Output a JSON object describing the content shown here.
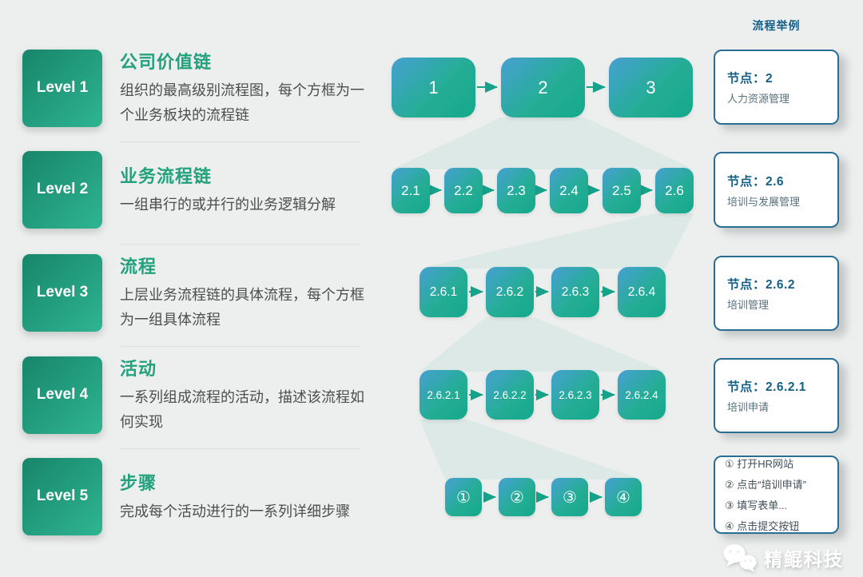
{
  "colors": {
    "background": "#edefee",
    "accent_green": "#22a17c",
    "badge_grad_start": "#18856b",
    "badge_grad_end": "#2eb592",
    "node_grad_start": "#47a0d2",
    "node_grad_end": "#14a98b",
    "arrow": "#16a189",
    "panel_border": "#2a6f93",
    "panel_title": "#145f87",
    "panel_label": "#57707e",
    "desc_text": "#4d4d4d"
  },
  "levels": [
    {
      "badge": "Level 1",
      "title": "公司价值链",
      "desc": "组织的最高级别流程图，每个方框为一个业务板块的流程链"
    },
    {
      "badge": "Level 2",
      "title": "业务流程链",
      "desc": "一组串行的或并行的业务逻辑分解"
    },
    {
      "badge": "Level 3",
      "title": "流程",
      "desc": "上层业务流程链的具体流程，每个方框为一组具体流程"
    },
    {
      "badge": "Level 4",
      "title": "活动",
      "desc": "一系列组成流程的活动，描述该流程如何实现"
    },
    {
      "badge": "Level 5",
      "title": "步骤",
      "desc": "完成每个活动进行的一系列详细步骤"
    }
  ],
  "flow": {
    "rows": [
      {
        "nodes": [
          "1",
          "2",
          "3"
        ]
      },
      {
        "nodes": [
          "2.1",
          "2.2",
          "2.3",
          "2.4",
          "2.5",
          "2.6"
        ]
      },
      {
        "nodes": [
          "2.6.1",
          "2.6.2",
          "2.6.3",
          "2.6.4"
        ]
      },
      {
        "nodes": [
          "2.6.2.1",
          "2.6.2.2",
          "2.6.2.3",
          "2.6.2.4"
        ]
      },
      {
        "nodes": [
          "①",
          "②",
          "③",
          "④"
        ]
      }
    ]
  },
  "examples": {
    "header": "流程举例",
    "panels": [
      {
        "title": "节点：2",
        "label": "人力资源管理"
      },
      {
        "title": "节点：2.6",
        "label": "培训与发展管理"
      },
      {
        "title": "节点：2.6.2",
        "label": "培训管理"
      },
      {
        "title": "节点：2.6.2.1",
        "label": "培训申请"
      }
    ],
    "steps": [
      "① 打开HR网站",
      "② 点击“培训申请”",
      "③ 填写表单...",
      "④ 点击提交按钮"
    ]
  },
  "watermark": {
    "text": "精鲲科技"
  }
}
